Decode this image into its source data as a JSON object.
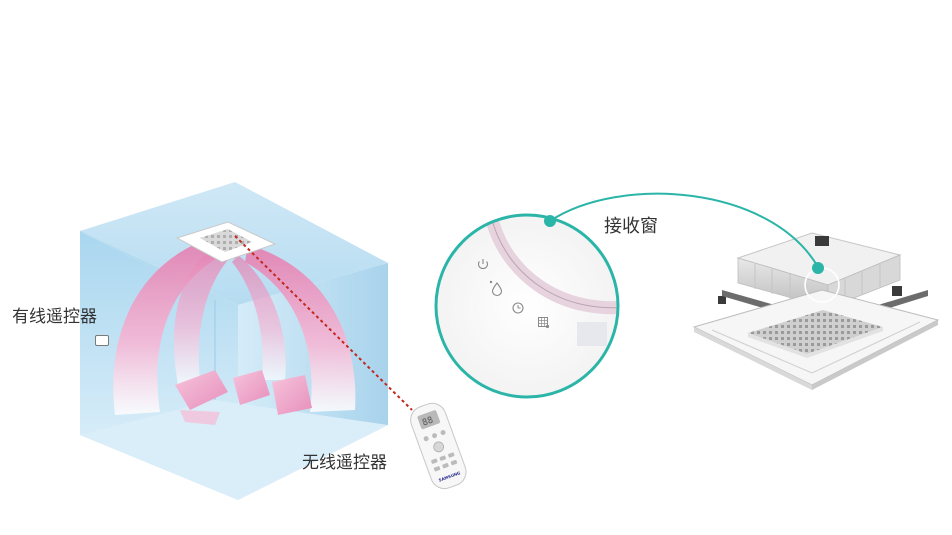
{
  "labels": {
    "wired_remote": "有线遥控器",
    "wireless_remote": "无线遥控器",
    "receiver_window": "接收窗"
  },
  "remote_brand": "SAMSUNG",
  "colors": {
    "room_blue": "#bfe0f3",
    "airflow_pink": "#e98fba",
    "callout_teal": "#2bb5a8",
    "signal_red": "#c0281f"
  },
  "icons": [
    "power-icon",
    "humidity-icon",
    "timer-icon",
    "filter-icon"
  ]
}
